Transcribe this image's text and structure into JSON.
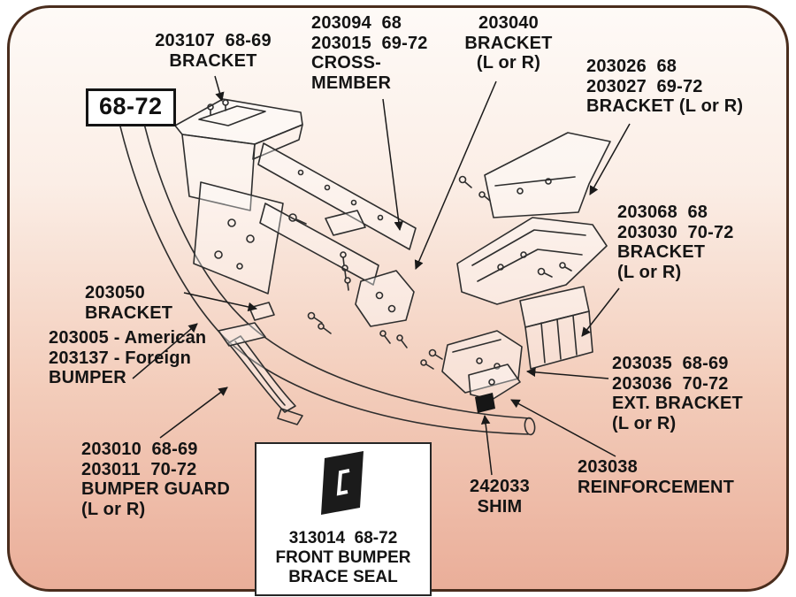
{
  "badge": "68-72",
  "labels": {
    "bracket_203107": "203107  68-69\nBRACKET",
    "crossmember": "203094  68\n203015  69-72\nCROSS-\nMEMBER",
    "bracket_203040": "203040\nBRACKET\n(L or R)",
    "bracket_203026": "203026  68\n203027  69-72\nBRACKET (L or R)",
    "bracket_203068": "203068  68\n203030  70-72\nBRACKET\n(L or R)",
    "bracket_203050": "203050\nBRACKET",
    "bumper": "203005 - American\n203137 - Foreign\nBUMPER",
    "bumper_guard": "203010  68-69\n203011  70-72\nBUMPER GUARD\n(L or R)",
    "ext_bracket": "203035  68-69\n203036  70-72\nEXT. BRACKET\n(L or R)",
    "reinforcement": "203038\nREINFORCEMENT",
    "shim": "242033\nSHIM",
    "brace_seal": "313014  68-72\nFRONT BUMPER\nBRACE SEAL"
  },
  "colors": {
    "panel_border": "#4a2d1d",
    "gradient_top": "#fefaf7",
    "gradient_bottom": "#eaae99",
    "ink": "#141414",
    "seal_fill": "#1b1b1b"
  }
}
